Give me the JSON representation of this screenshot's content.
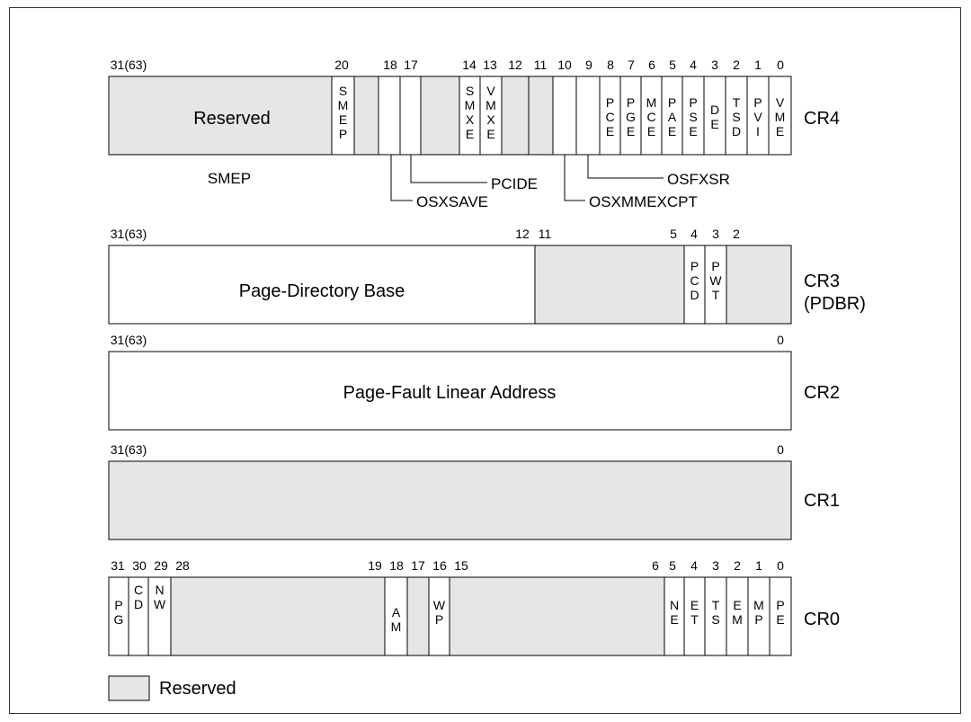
{
  "legend": {
    "label": "Reserved"
  },
  "colors": {
    "reserved": "#e6e6e6",
    "line": "#000000"
  },
  "registers": [
    {
      "name": "CR4",
      "bit_labels": [
        "31(63)",
        "20",
        "18",
        "17",
        "14",
        "13",
        "12",
        "11",
        "10",
        "9",
        "8",
        "7",
        "6",
        "5",
        "4",
        "3",
        "2",
        "1",
        "0"
      ],
      "field_texts": {
        "reserved": "Reserved",
        "SMEP": "SMEP",
        "SMXE": "SMXE",
        "VMXE": "VMXE",
        "PCE": "PCE",
        "PGE": "PGE",
        "MCE": "MCE",
        "PAE": "PAE",
        "PSE": "PSE",
        "DE": "DE",
        "TSD": "TSD",
        "PVI": "PVI",
        "VME": "VME"
      },
      "callouts": [
        "SMEP",
        "PCIDE",
        "OSXSAVE",
        "OSFXSR",
        "OSXMMEXCPT"
      ]
    },
    {
      "name": "CR3",
      "name2": "(PDBR)",
      "bit_labels": [
        "31(63)",
        "12",
        "11",
        "5",
        "4",
        "3",
        "2"
      ],
      "field_texts": {
        "base": "Page-Directory Base",
        "PCD": "PCD",
        "PWT": "PWT"
      }
    },
    {
      "name": "CR2",
      "bit_labels": [
        "31(63)",
        "0"
      ],
      "field_texts": {
        "addr": "Page-Fault Linear Address"
      }
    },
    {
      "name": "CR1",
      "bit_labels": [
        "31(63)",
        "0"
      ]
    },
    {
      "name": "CR0",
      "bit_labels": [
        "31",
        "30",
        "29",
        "28",
        "19",
        "18",
        "17",
        "16",
        "15",
        "6",
        "5",
        "4",
        "3",
        "2",
        "1",
        "0"
      ],
      "field_texts": {
        "PG": "PG",
        "CD": "CD",
        "NW": "NW",
        "AM": "AM",
        "WP": "WP",
        "NE": "NE",
        "ET": "ET",
        "TS": "TS",
        "EM": "EM",
        "MP": "MP",
        "PE": "PE"
      }
    }
  ]
}
